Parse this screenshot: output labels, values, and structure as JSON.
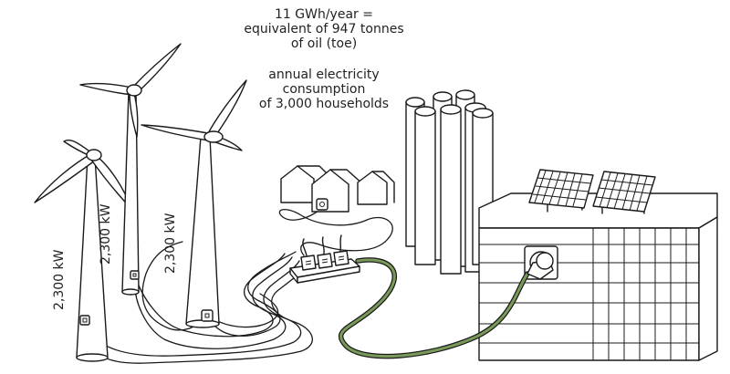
{
  "annotation": {
    "energy_lines": [
      "11 GWh/year =",
      "equivalent of 947 tonnes",
      "of oil (toe)"
    ],
    "consumption_lines": [
      "annual electricity",
      "consumption",
      "of 3,000 households"
    ]
  },
  "turbines": [
    {
      "power_label": "2,300 kW"
    },
    {
      "power_label": "2,300 kW"
    },
    {
      "power_label": "2,300 kW"
    }
  ],
  "colors": {
    "accent_green": "#7a9a5a",
    "line": "#1a1a1a",
    "background": "#ffffff"
  },
  "icons": [
    "wind-turbine-icon",
    "house-icon",
    "power-strip-icon",
    "plug-icon",
    "solar-panel-icon",
    "factory-icon",
    "silo-icon"
  ]
}
